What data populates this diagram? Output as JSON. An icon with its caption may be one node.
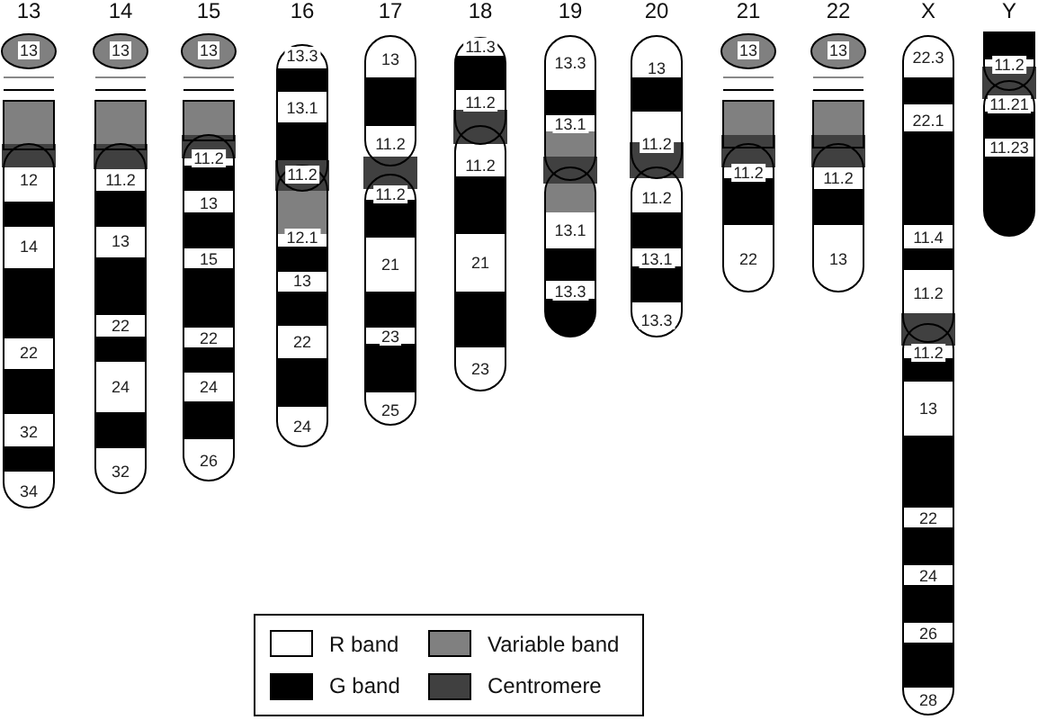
{
  "diagram": {
    "nodes": [
      {
        "text": [
          "13",
          "13",
          "12",
          "14",
          "22",
          "32",
          "34"
        ]
      },
      {
        "text": [
          "14",
          "13",
          "11.2",
          "13",
          "22",
          "24",
          "32"
        ]
      },
      {
        "text": [
          "15",
          "13",
          "11.2",
          "13",
          "15",
          "22",
          "24",
          "26"
        ]
      },
      {
        "text": [
          "16",
          "13.3",
          "13.1",
          "11.2",
          "12.1",
          "13",
          "22",
          "24"
        ]
      },
      {
        "text": [
          "17",
          "13",
          "11.2",
          "11.2",
          "21",
          "23",
          "25"
        ]
      },
      {
        "text": [
          "18",
          "11.3",
          "11.2",
          "11.2",
          "21",
          "23"
        ]
      },
      {
        "text": [
          "19",
          "13.3",
          "13.1",
          "13.1",
          "13.3"
        ]
      },
      {
        "text": [
          "20",
          "13",
          "11.2",
          "11.2",
          "13.1",
          "13.3"
        ]
      },
      {
        "text": [
          "21",
          "13",
          "11.2",
          "22"
        ]
      },
      {
        "text": [
          "22",
          "13",
          "11.2",
          "13"
        ]
      },
      {
        "text": [
          "X",
          "22.3",
          "22.1",
          "11.4",
          "11.2",
          "11.2",
          "13",
          "22",
          "24",
          "26",
          "28"
        ]
      },
      {
        "text": [
          "Y",
          "11.2",
          "11.21",
          "11.23"
        ]
      }
    ],
    "legend": [
      {
        "text": "R band",
        "color": "#ffffff"
      },
      {
        "text": "Variable band",
        "color": "#808080"
      },
      {
        "text": "G band",
        "color": "#000000"
      },
      {
        "text": "Centromere",
        "color": "#404040"
      }
    ]
  }
}
